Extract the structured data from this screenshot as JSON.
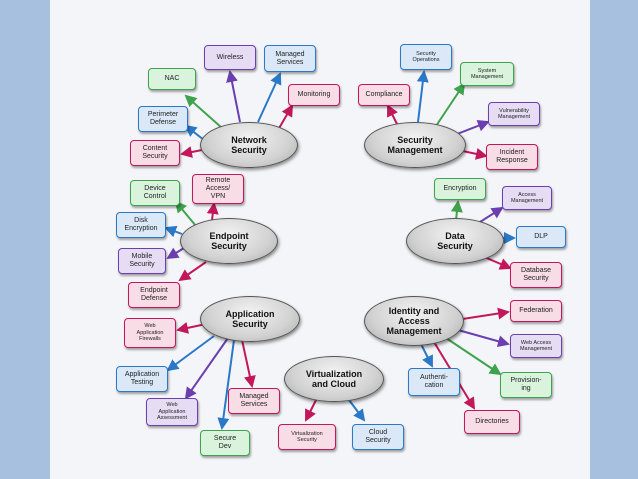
{
  "diagram": {
    "hubs": {
      "network": "Network\nSecurity",
      "security_mgmt": "Security\nManagement",
      "endpoint": "Endpoint\nSecurity",
      "data": "Data\nSecurity",
      "application": "Application\nSecurity",
      "identity": "Identity and\nAccess\nManagement",
      "virtualization": "Virtualization\nand Cloud"
    },
    "nodes": {
      "wireless": "Wireless",
      "managed_services_net": "Managed\nServices",
      "nac": "NAC",
      "monitoring": "Monitoring",
      "perimeter_defense": "Perimeter\nDefense",
      "content_security": "Content\nSecurity",
      "security_operations": "Security\nOperations",
      "system_management": "System\nManagement",
      "compliance": "Compliance",
      "vulnerability_management": "Vulnerability\nManagement",
      "incident_response": "Incident\nResponse",
      "device_control": "Device\nControl",
      "remote_access_vpn": "Remote\nAccess/\nVPN",
      "disk_encryption": "Disk\nEncryption",
      "mobile_security": "Mobile\nSecurity",
      "endpoint_defense": "Endpoint\nDefense",
      "encryption": "Encryption",
      "access_management": "Access\nManagement",
      "dlp": "DLP",
      "database_security": "Database\nSecurity",
      "web_app_firewalls": "Web\nApplication\nFirewalls",
      "application_testing": "Application\nTesting",
      "web_app_assessment": "Web\nApplication\nAssessment",
      "managed_services_app": "Managed\nServices",
      "secure_dev": "Secure\nDev",
      "virtualization_security": "Virtualization\nSecurity",
      "cloud_security": "Cloud\nSecurity",
      "federation": "Federation",
      "web_access_management": "Web Access\nManagement",
      "authentication": "Authenti-\ncation",
      "provisioning": "Provision-\ning",
      "directories": "Directories"
    },
    "colors": {
      "green": "#3fa34d",
      "blue": "#2a78c8",
      "purple": "#6b3fb0",
      "pink": "#c2185b",
      "background": "#a8c0e0"
    }
  }
}
